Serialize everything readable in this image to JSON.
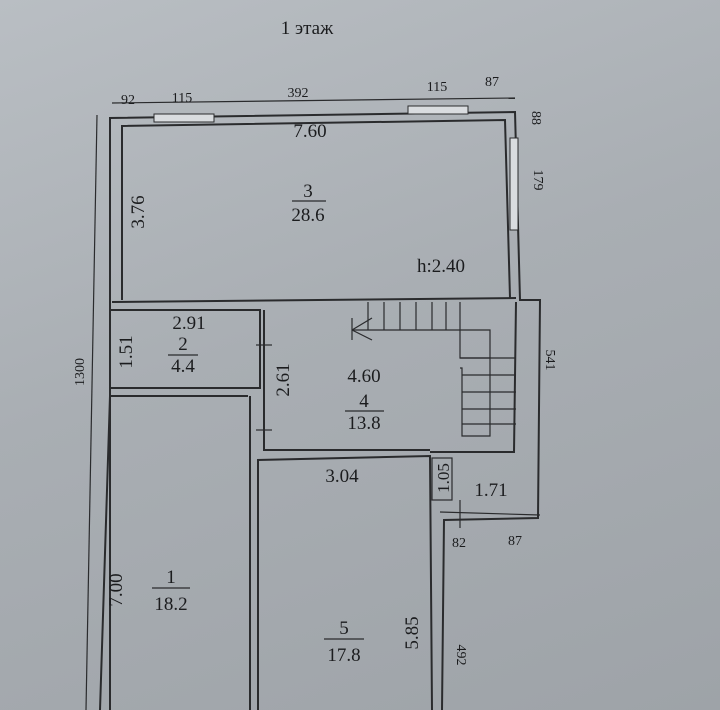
{
  "title": "1 этаж",
  "outer_dims": {
    "top": [
      "92",
      "115",
      "392",
      "115",
      "87"
    ],
    "right_top": [
      "88",
      "179"
    ],
    "left": "1300",
    "right_mid": "541",
    "bottom_small": [
      "82",
      "87"
    ],
    "right_bottom": "492"
  },
  "rooms": [
    {
      "number": "3",
      "area": "28.6",
      "dims": [
        "7.60",
        "3.76"
      ],
      "height": "h:2.40"
    },
    {
      "number": "2",
      "area": "4.4",
      "dims": [
        "2.91",
        "1.51"
      ]
    },
    {
      "number": "4",
      "area": "13.8",
      "dims": [
        "4.60",
        "2.61"
      ]
    },
    {
      "number": "1",
      "area": "18.2",
      "dims": [
        "7.00"
      ]
    },
    {
      "number": "5",
      "area": "17.8",
      "dims": [
        "3.04",
        "5.85"
      ]
    }
  ],
  "small_dims": [
    "1.05",
    "1.71"
  ]
}
